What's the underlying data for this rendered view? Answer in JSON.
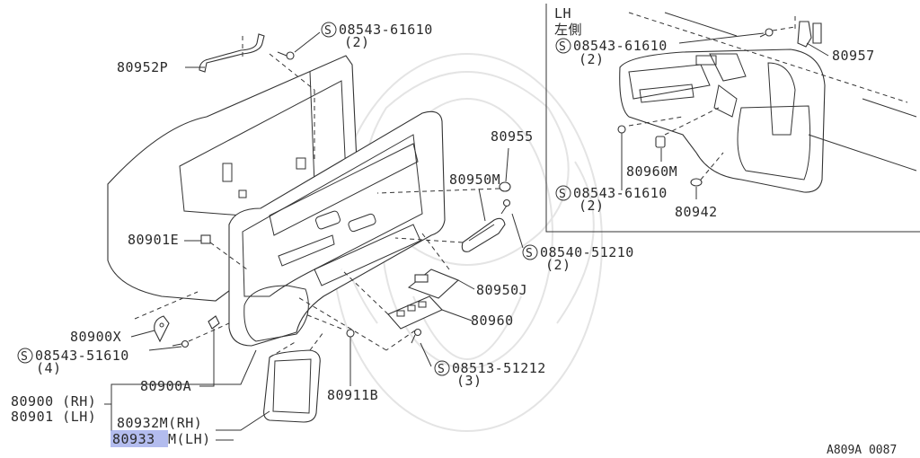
{
  "inset": {
    "title": "LH",
    "subtitle": "左側",
    "labels": {
      "screw_top": "08543-61610",
      "screw_top_qty": "(2)",
      "bracket": "80957",
      "clip": "80960M",
      "screw_bottom": "08543-61610",
      "screw_bottom_qty": "(2)",
      "cap": "80942"
    }
  },
  "main": {
    "screw_top": "08543-61610",
    "screw_top_qty": "(2)",
    "pull_handle": "80952P",
    "clip_80955": "80955",
    "escutcheon": "80950M",
    "screw_80540": "08540-51210",
    "screw_80540_qty": "(2)",
    "clip_80901e": "80901E",
    "switch_trim": "80950J",
    "switch": "80960",
    "bracket_x": "80900X",
    "screw_51610": "08543-51610",
    "screw_51610_qty": "(4)",
    "screw_51212": "08513-51212",
    "screw_51212_qty": "(3)",
    "clip_a": "80900A",
    "finisher_rh": "80900 (RH)",
    "finisher_lh": "80901 (LH)",
    "clip_b": "80911B",
    "pocket_rh": "80932M(RH)",
    "pocket_lh_part": "80933",
    "pocket_lh_suffix": "M(LH)",
    "screw_symbol": "S"
  },
  "footer": {
    "code": "A809A 0087"
  },
  "colors": {
    "highlight": "#9aa6e8",
    "ink": "#2a2a2a",
    "watermark": "#e4e4e4"
  }
}
